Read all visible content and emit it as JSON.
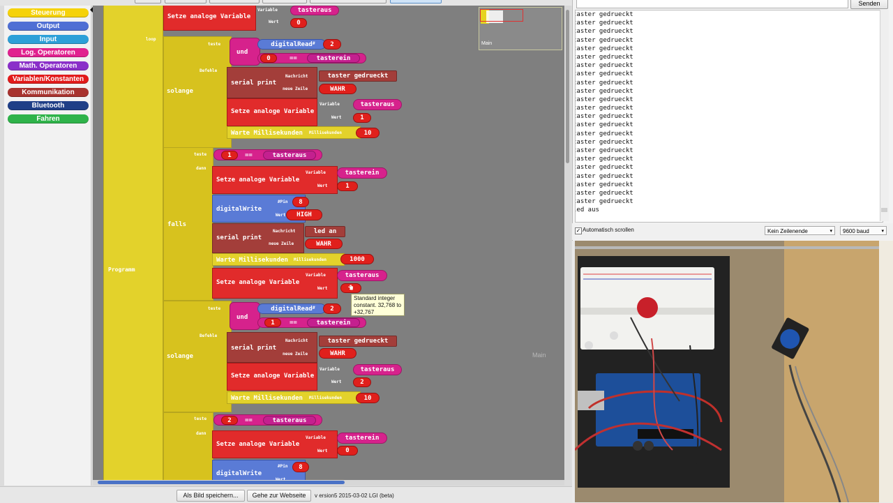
{
  "toolbox": {
    "categories": [
      {
        "label": "Steuerung",
        "color": "#f5d20a"
      },
      {
        "label": "Output",
        "color": "#4f6fd4"
      },
      {
        "label": "Input",
        "color": "#2da0d8"
      },
      {
        "label": "Log. Operatoren",
        "color": "#e1218f"
      },
      {
        "label": "Math. Operatoren",
        "color": "#8a2fc9"
      },
      {
        "label": "Variablen/Konstanten",
        "color": "#e21b1b"
      },
      {
        "label": "Kommunikation",
        "color": "#a8332f"
      },
      {
        "label": "Bluetooth",
        "color": "#1f3f87"
      },
      {
        "label": "Fahren",
        "color": "#2fb34a"
      }
    ]
  },
  "blocks": {
    "programm": "Programm",
    "loop": "loop",
    "solange": "solange",
    "falls": "falls",
    "teste": "teste",
    "befehle": "Befehle",
    "dann": "dann",
    "und": "und",
    "eq": "==",
    "setze": "Setze analoge Variable",
    "variable": "Variable",
    "wert": "Wert",
    "serial_print": "serial print",
    "nachricht": "Nachricht",
    "neue_zeile": "neue Zeile",
    "warte": "Warte Millisekunden",
    "millisekunden": "Millisekunden",
    "digitalread": "digitalRead",
    "digitalwrite": "digitalWrite",
    "pin": "#",
    "pin_label": "#Pin",
    "tasteraus": "tasteraus",
    "tasterein": "tasterein",
    "taster_gedrueckt": "taster gedrueckt",
    "led_an": "led an",
    "wahr": "WAHR",
    "high": "HIGH",
    "v0": "0",
    "v1": "1",
    "v2": "2",
    "v8": "8",
    "v10": "10",
    "v1000": "1000"
  },
  "tooltip": {
    "line1": "Standard integer",
    "line2": "constant. 32,768 to",
    "line3": "+32,767"
  },
  "workspace": {
    "watermark": "Main",
    "minimap_label": "Main"
  },
  "statusbar": {
    "save_image": "Als Bild speichern...",
    "website": "Gehe zur Webseite",
    "version": "v ersion5  2015-03-02 LGI (beta)"
  },
  "serial_monitor": {
    "send_label": "Senden",
    "lines": [
      "taster gedrueckt",
      "taster gedrueckt",
      "taster gedrueckt",
      "taster gedrueckt",
      "taster gedrueckt",
      "taster gedrueckt",
      "taster gedrueckt",
      "taster gedrueckt",
      "taster gedrueckt",
      "taster gedrueckt",
      "taster gedrueckt",
      "taster gedrueckt",
      "taster gedrueckt",
      "taster gedrueckt",
      "taster gedrueckt",
      "taster gedrueckt",
      "taster gedrueckt",
      "taster gedrueckt",
      "taster gedrueckt",
      "taster gedrueckt",
      "taster gedrueckt",
      "taster gedrueckt",
      "taster gedrueckt",
      "led aus"
    ],
    "autoscroll": "Automatisch scrollen",
    "line_ending": "Kein Zeilenende",
    "baud": "9600 baud"
  }
}
